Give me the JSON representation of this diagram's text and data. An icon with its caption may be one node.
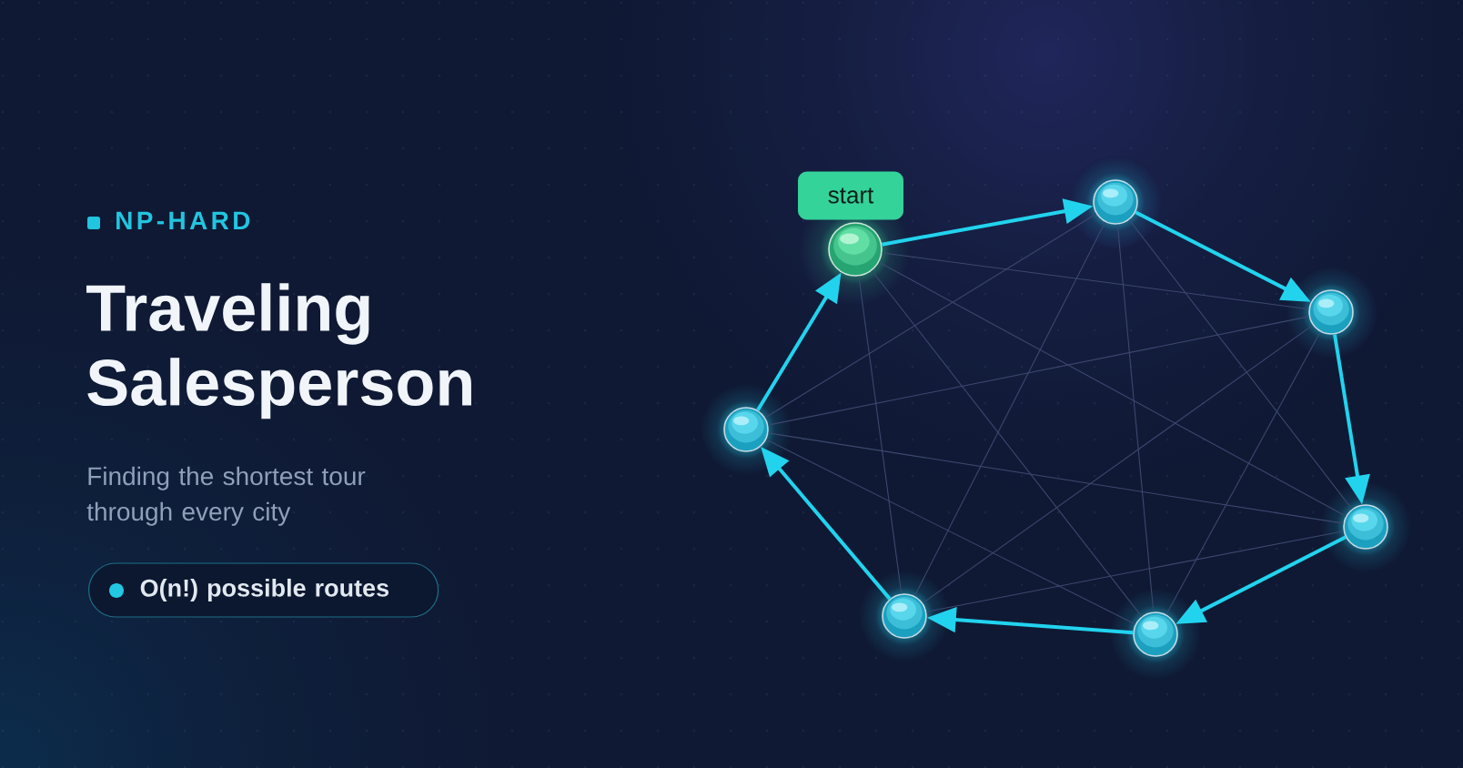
{
  "diagram": {
    "title": "Traveling Salesperson",
    "nodes": [
      {
        "text": [
          "O(n!) possible routes"
        ]
      },
      {
        "text": [
          "start"
        ]
      },
      {
        "text": [],
        "shape": "circle"
      },
      {
        "text": [],
        "shape": "circle"
      },
      {
        "text": [],
        "shape": "circle"
      },
      {
        "text": [],
        "shape": "circle"
      },
      {
        "text": [],
        "shape": "circle"
      },
      {
        "text": [],
        "shape": "circle"
      },
      {
        "text": [],
        "shape": "circle"
      }
    ],
    "edges": [
      {
        "from": 2,
        "to": 3,
        "arrow": "to",
        "style": "thick",
        "color": "#22d3ee"
      },
      {
        "from": 3,
        "to": 4,
        "arrow": "to",
        "style": "thick",
        "color": "#22d3ee"
      },
      {
        "from": 4,
        "to": 5,
        "arrow": "to",
        "style": "thick",
        "color": "#22d3ee"
      },
      {
        "from": 5,
        "to": 6,
        "arrow": "to",
        "style": "thick",
        "color": "#22d3ee"
      },
      {
        "from": 6,
        "to": 7,
        "arrow": "to",
        "style": "thick",
        "color": "#22d3ee"
      },
      {
        "from": 7,
        "to": 8,
        "arrow": "to",
        "style": "thick",
        "color": "#22d3ee"
      },
      {
        "from": 8,
        "to": 2,
        "arrow": "to",
        "style": "thick",
        "color": "#22d3ee"
      },
      {
        "from": 2,
        "to": 4,
        "arrow": "none"
      },
      {
        "from": 2,
        "to": 5,
        "arrow": "none"
      },
      {
        "from": 2,
        "to": 6,
        "arrow": "none"
      },
      {
        "from": 2,
        "to": 7,
        "arrow": "none"
      },
      {
        "from": 3,
        "to": 5,
        "arrow": "none"
      },
      {
        "from": 3,
        "to": 6,
        "arrow": "none"
      },
      {
        "from": 3,
        "to": 7,
        "arrow": "none"
      },
      {
        "from": 3,
        "to": 8,
        "arrow": "none"
      },
      {
        "from": 4,
        "to": 6,
        "arrow": "none"
      },
      {
        "from": 4,
        "to": 7,
        "arrow": "none"
      },
      {
        "from": 4,
        "to": 8,
        "arrow": "none"
      },
      {
        "from": 5,
        "to": 7,
        "arrow": "none"
      },
      {
        "from": 5,
        "to": 8,
        "arrow": "none"
      },
      {
        "from": 6,
        "to": 8,
        "arrow": "none"
      }
    ],
    "labels": [
      "NP-HARD",
      "Finding the shortest tour through every city"
    ]
  }
}
